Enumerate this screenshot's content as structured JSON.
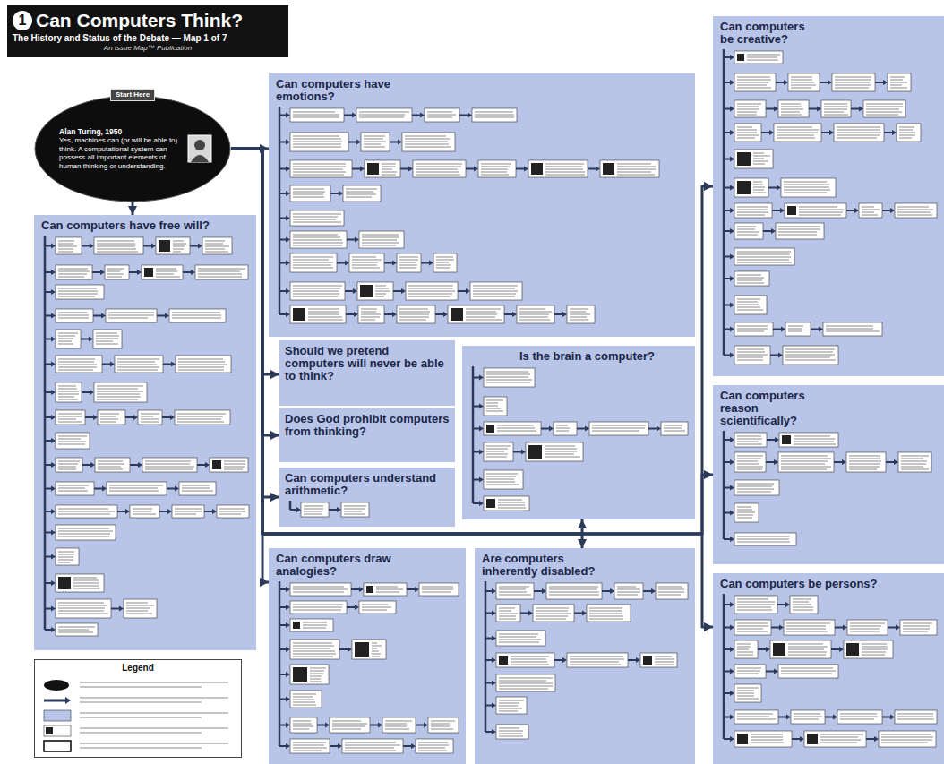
{
  "diagram": {
    "title": "Can Computers Think?",
    "nodes": [
      {
        "text": [
          "Start Here",
          "Alan Turing, 1950",
          "Yes, machines can (or will be able to) think. A computational system can possess all important elements of human thinking or understanding."
        ]
      },
      {
        "text": [
          "Can computers have free will?"
        ]
      },
      {
        "text": [
          "Can computers have emotions?"
        ]
      },
      {
        "text": [
          "Should we pretend computers will never be able to think?"
        ]
      },
      {
        "text": [
          "Does God prohibit computers from thinking?"
        ]
      },
      {
        "text": [
          "Can computers understand arithmetic?"
        ]
      },
      {
        "text": [
          "Is the brain a computer?"
        ]
      },
      {
        "text": [
          "Can computers draw analogies?"
        ]
      },
      {
        "text": [
          "Are computers inherently disabled?"
        ]
      },
      {
        "text": [
          "Can computers be creative?"
        ]
      },
      {
        "text": [
          "Can computers reason scientifically?"
        ]
      },
      {
        "text": [
          "Can computers be persons?"
        ]
      },
      {
        "text": [
          "Legend"
        ]
      }
    ],
    "edges": [
      {
        "from": 0,
        "to": 1,
        "arrow": "to"
      },
      {
        "from": 0,
        "to": 2,
        "arrow": "to"
      },
      {
        "from": 0,
        "to": 3,
        "arrow": "to"
      },
      {
        "from": 0,
        "to": 4,
        "arrow": "to"
      },
      {
        "from": 0,
        "to": 5,
        "arrow": "to"
      },
      {
        "from": 0,
        "to": 6,
        "arrow": "to"
      },
      {
        "from": 0,
        "to": 7,
        "arrow": "to"
      },
      {
        "from": 0,
        "to": 8,
        "arrow": "to"
      },
      {
        "from": 0,
        "to": 9,
        "arrow": "to"
      },
      {
        "from": 0,
        "to": 10,
        "arrow": "to"
      },
      {
        "from": 0,
        "to": 11,
        "arrow": "to"
      }
    ],
    "labels": [
      "1",
      "The History and Status of the Debate — Map 1 of 7",
      "An Issue Map™ Publication"
    ]
  }
}
